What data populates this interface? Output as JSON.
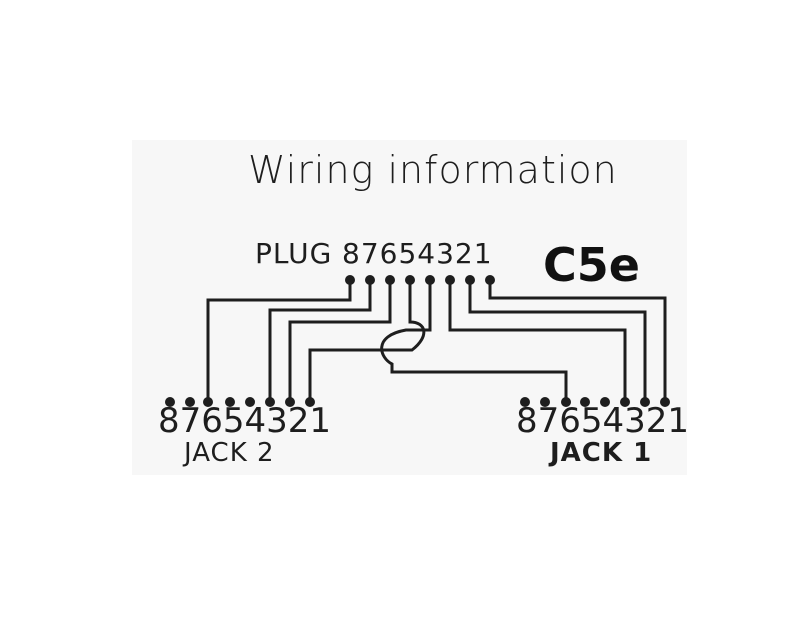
{
  "title": "Wiring information",
  "plug": {
    "label": "PLUG",
    "pin_numbers": "87654321"
  },
  "category": "C5e",
  "jack2": {
    "pin_numbers": "87654321",
    "label": "JACK  2"
  },
  "jack1": {
    "pin_numbers": "87654321",
    "label": "JACK  1"
  },
  "colors": {
    "line": "#1e1e1e",
    "background": "#f7f7f7"
  }
}
